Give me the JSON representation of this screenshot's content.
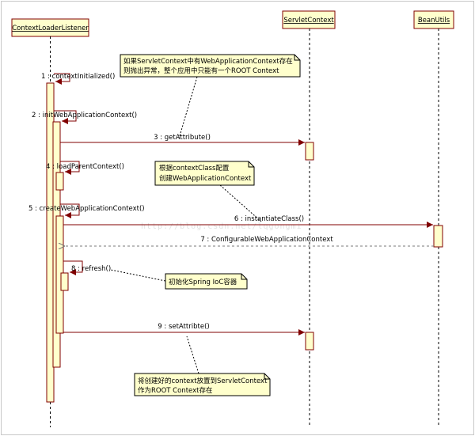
{
  "lifelines": [
    {
      "id": "cll",
      "label": "ContextLoaderListener"
    },
    {
      "id": "sc",
      "label": "ServletContext"
    },
    {
      "id": "bu",
      "label": "BeanUtils"
    }
  ],
  "messages": [
    {
      "label": "1 : contextInitialized()"
    },
    {
      "label": "2 : initWebApplicationContext()"
    },
    {
      "label": "3 : getAttribute()"
    },
    {
      "label": "4 : loadParentContext()"
    },
    {
      "label": "5 : createWebApplicationContext()"
    },
    {
      "label": "6 : instantiateClass()"
    },
    {
      "label": "7 : ConfigurableWebApplicationContext"
    },
    {
      "label": "8 : refresh()"
    },
    {
      "label": "9 : setAttribte()"
    }
  ],
  "notes": [
    {
      "lines": [
        "如果ServletContext中有WebApplicationContext存在",
        "则抛出异常，整个应用中只能有一个ROOT Context"
      ]
    },
    {
      "lines": [
        "根据contextClass配置",
        "创建WebApplicationContext"
      ]
    },
    {
      "lines": [
        "初始化Spring IoC容器"
      ]
    },
    {
      "lines": [
        "将创建好的context放置到ServletContext",
        "作为ROOT Context存在"
      ]
    }
  ],
  "watermark": "http://blog.csdn.net/lqgongmi",
  "colors": {
    "activation_fill": "#ffffcc",
    "line": "#800000",
    "lifeline": "#000000",
    "note_fill": "#ffffcc"
  }
}
